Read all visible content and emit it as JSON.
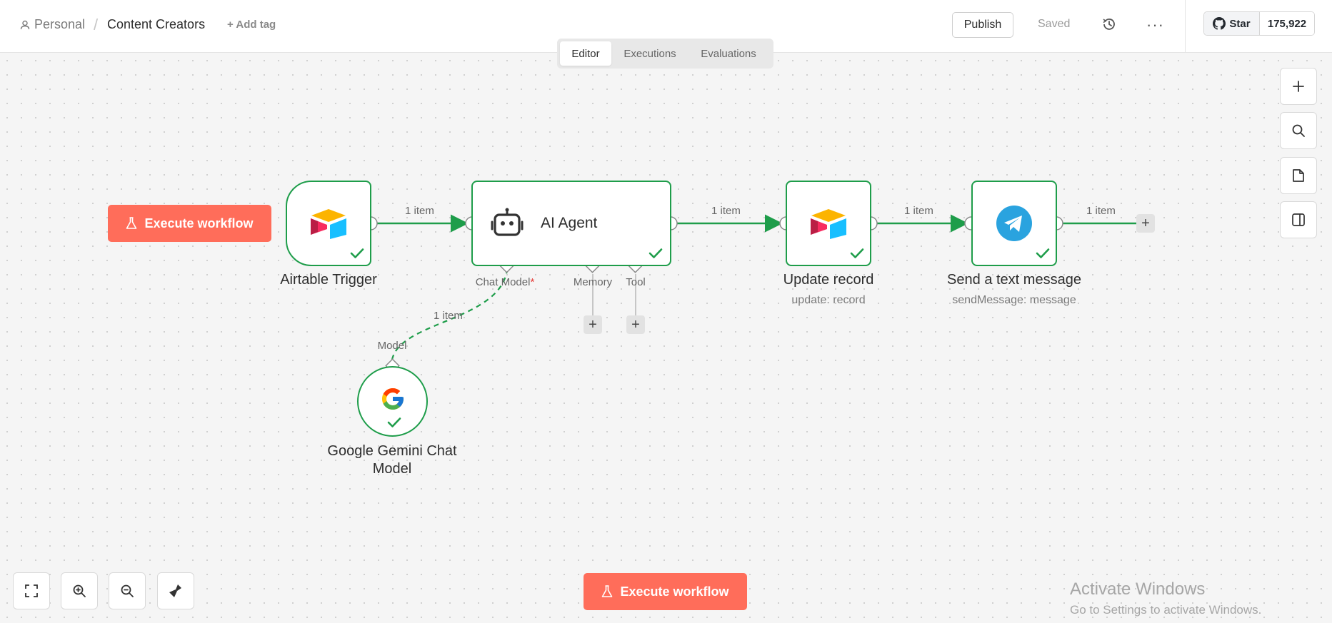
{
  "header": {
    "breadcrumb_personal": "Personal",
    "breadcrumb_sep": "/",
    "project_name": "Content Creators",
    "add_tag": "+ Add tag",
    "publish": "Publish",
    "saved": "Saved",
    "more": "···",
    "github": {
      "star": "Star",
      "count": "175,922"
    }
  },
  "tabs": [
    {
      "label": "Editor",
      "active": true
    },
    {
      "label": "Executions",
      "active": false
    },
    {
      "label": "Evaluations",
      "active": false
    }
  ],
  "canvas": {
    "execute_left": "Execute workflow",
    "execute_bottom": "Execute workflow",
    "edge_label": "1 item",
    "nodes": {
      "airtable_trigger": {
        "label": "Airtable Trigger"
      },
      "ai_agent": {
        "label": "AI Agent",
        "connectors": {
          "chat_model": "Chat Model",
          "required_mark": "*",
          "memory": "Memory",
          "tool": "Tool"
        }
      },
      "update_record": {
        "label": "Update record",
        "subtitle": "update: record"
      },
      "send_message": {
        "label": "Send a text message",
        "subtitle": "sendMessage: message"
      },
      "gemini": {
        "label_line1": "Google Gemini Chat",
        "label_line2": "Model",
        "connector": "Model"
      }
    }
  },
  "watermark": {
    "title": "Activate Windows",
    "subtitle": "Go to Settings to activate Windows."
  },
  "colors": {
    "accent": "#ff6d5a",
    "success": "#1e9d4a",
    "telegram": "#2aa3df"
  }
}
